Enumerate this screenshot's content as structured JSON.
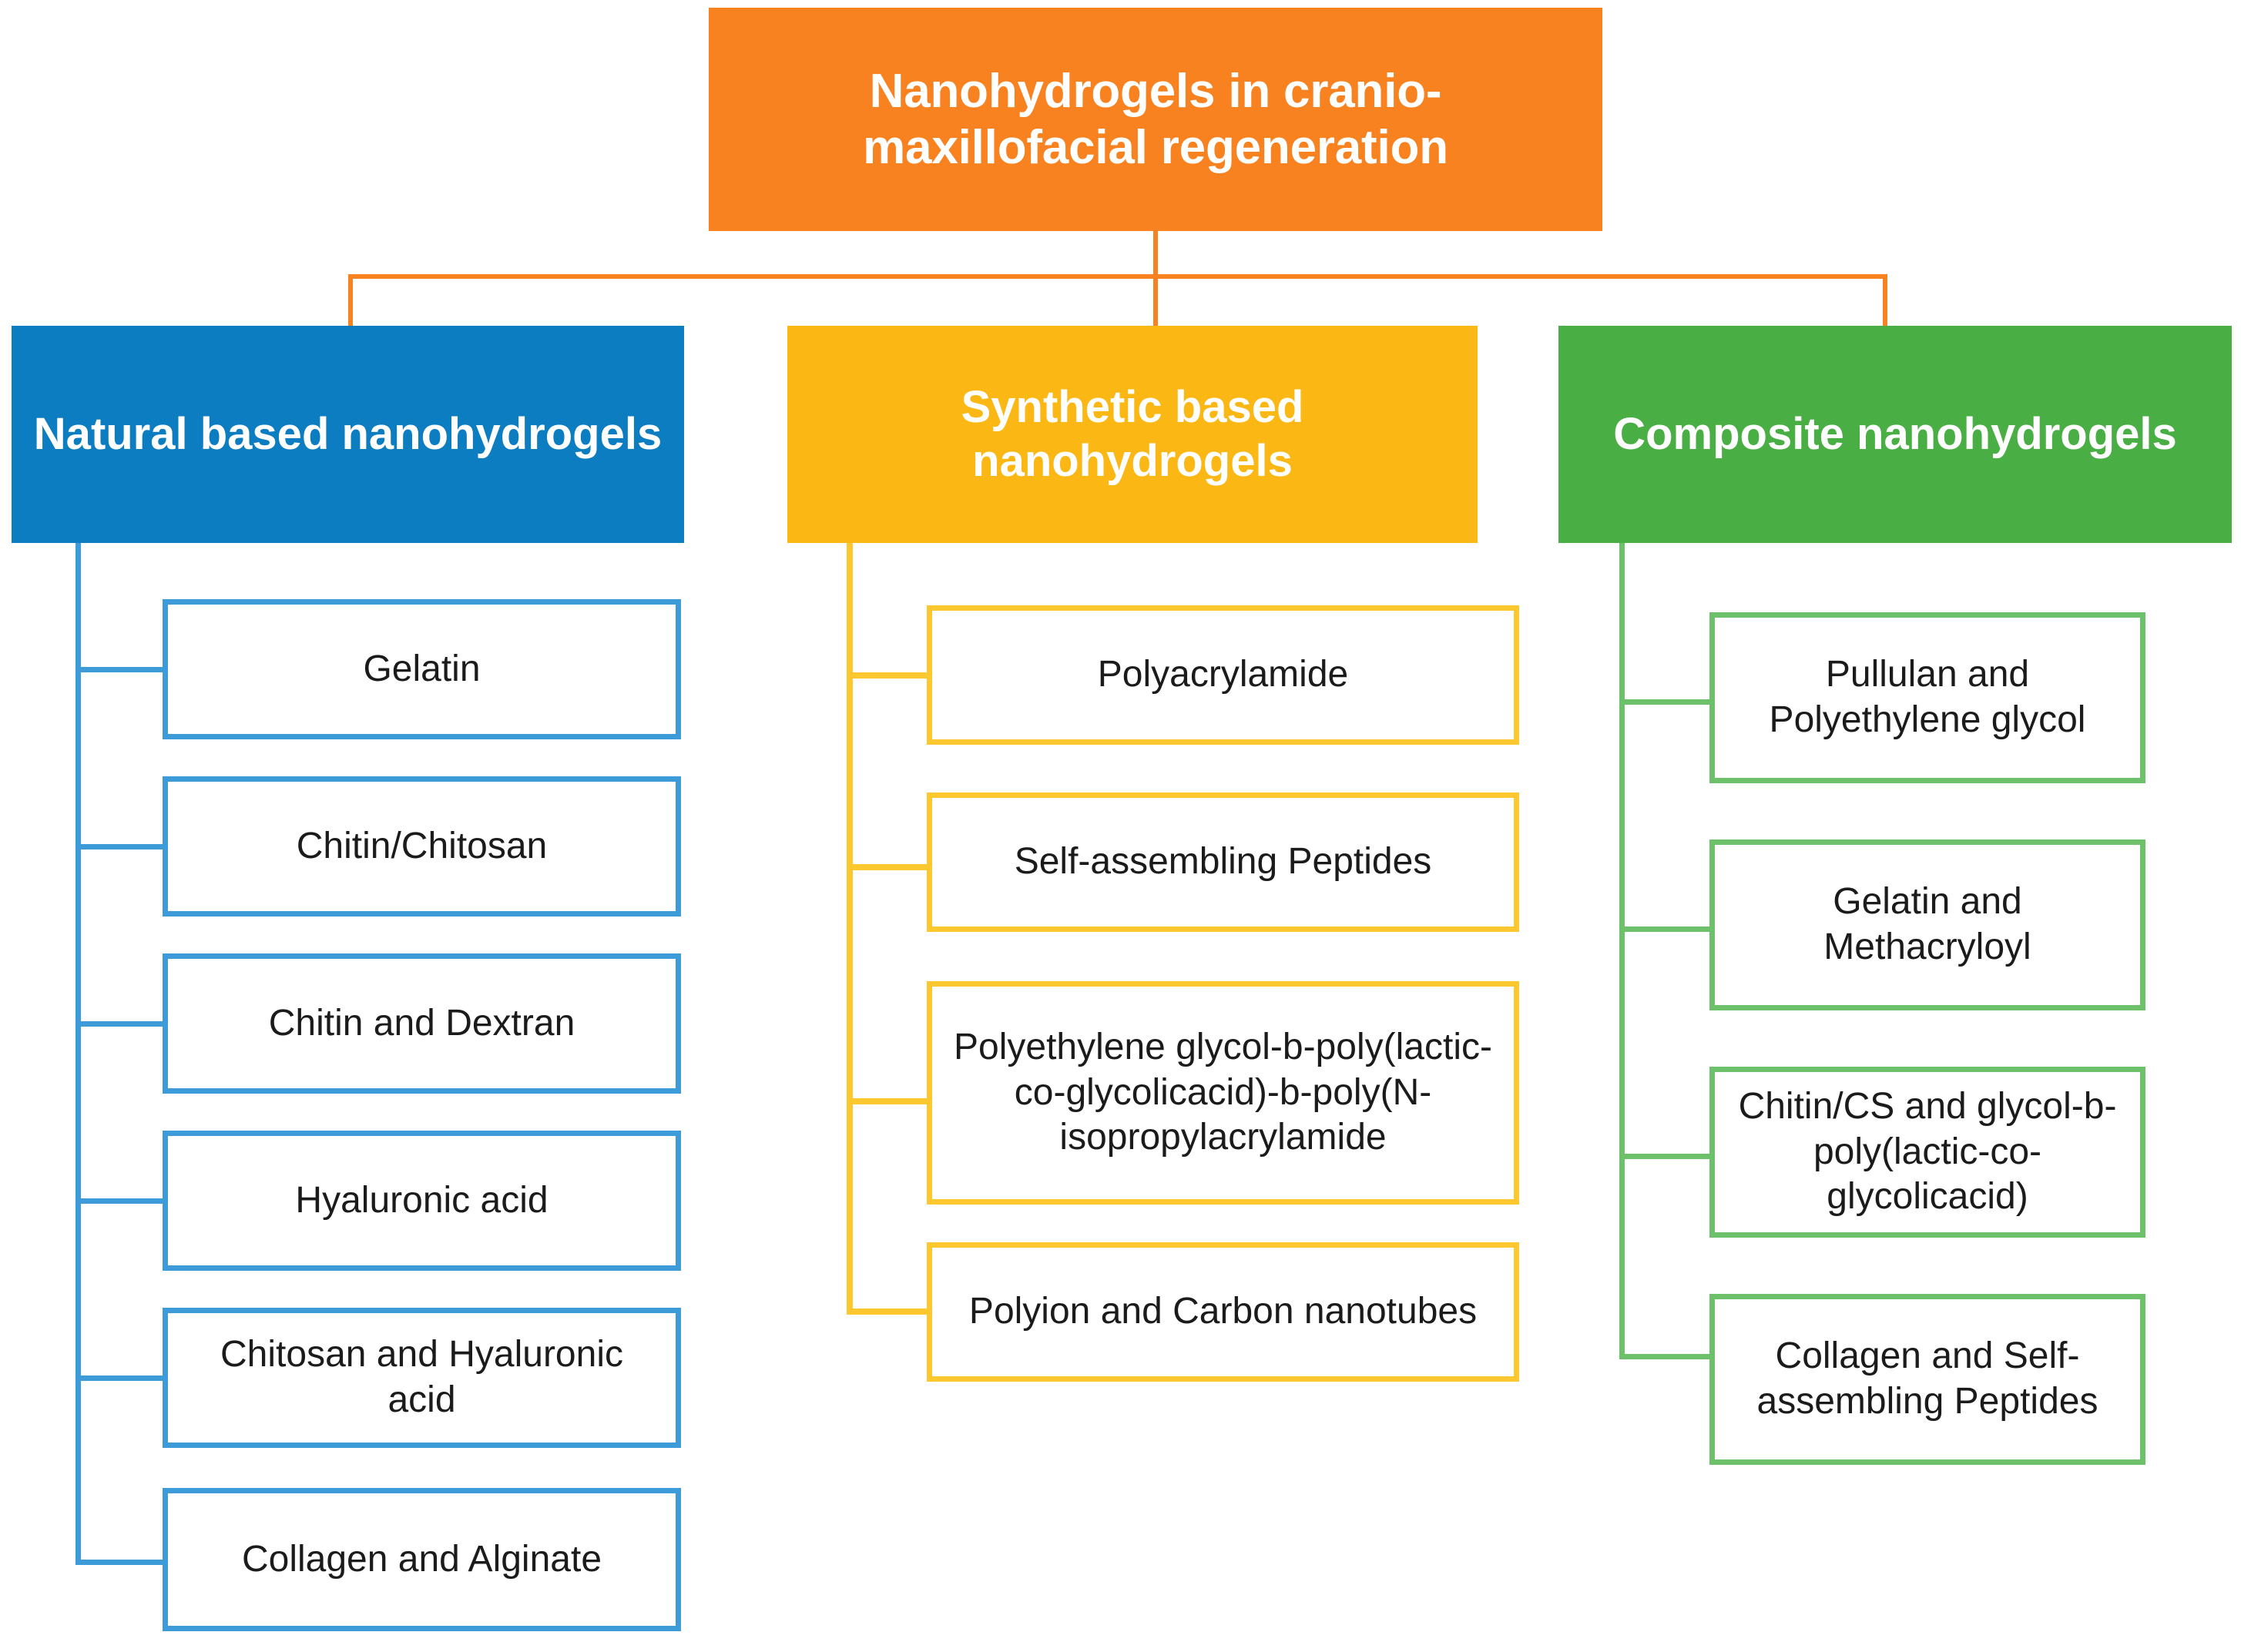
{
  "diagram": {
    "type": "hierarchy-flowchart",
    "root": {
      "label": "Nanohydrogels in cranio-maxillofacial regeneration",
      "color": "#F8821F"
    },
    "branches": [
      {
        "id": "natural",
        "label": "Natural based nanohydrogels",
        "color": "#0D7DC1",
        "line_color": "#3C9BD8",
        "children": [
          {
            "label": "Gelatin"
          },
          {
            "label": "Chitin/Chitosan"
          },
          {
            "label": "Chitin and Dextran"
          },
          {
            "label": "Hyaluronic acid"
          },
          {
            "label": "Chitosan and Hyaluronic acid"
          },
          {
            "label": "Collagen and Alginate"
          }
        ]
      },
      {
        "id": "synthetic",
        "label": "Synthetic based nanohydrogels",
        "color": "#FBB714",
        "line_color": "#FDC82F",
        "children": [
          {
            "label": "Polyacrylamide"
          },
          {
            "label": "Self-assembling Peptides"
          },
          {
            "label": "Polyethylene glycol-b-poly(lactic-co-glycolicacid)-b-poly(N-isopropylacrylamide"
          },
          {
            "label": "Polyion and Carbon nanotubes"
          }
        ]
      },
      {
        "id": "composite",
        "label": "Composite nanohydrogels",
        "color": "#49AE43",
        "line_color": "#6CC16A",
        "children": [
          {
            "label": "Pullulan and Polyethylene glycol"
          },
          {
            "label": "Gelatin and Methacryloyl"
          },
          {
            "label": "Chitin/CS and glycol-b-poly(lactic-co-glycolicacid)"
          },
          {
            "label": "Collagen and Self-assembling Peptides"
          }
        ]
      }
    ]
  }
}
